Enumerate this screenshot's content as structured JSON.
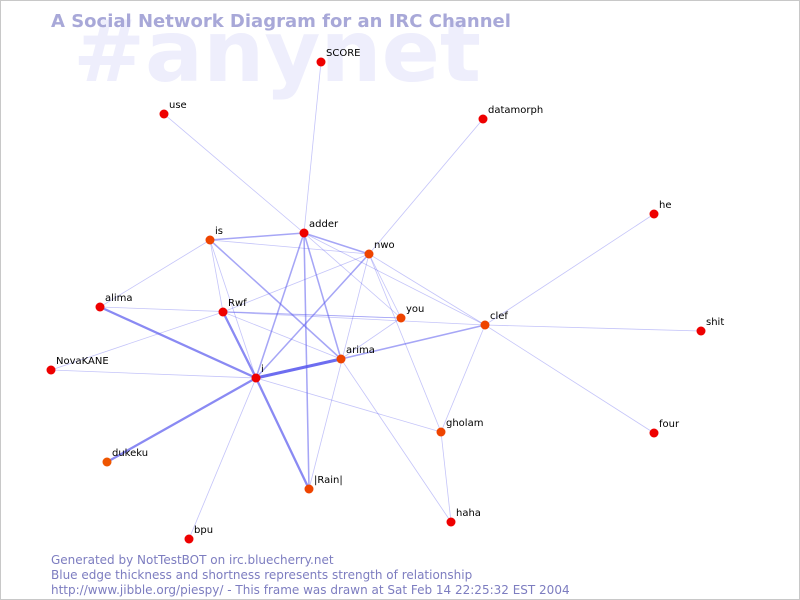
{
  "title": "A Social Network Diagram for an IRC Channel",
  "watermark": "#anynet",
  "footer": {
    "line1": "Generated by NotTestBOT on irc.bluecherry.net",
    "line2": "Blue edge thickness and shortness represents strength of relationship",
    "line3": "http://www.jibble.org/piespy/ - This frame was drawn at Sat Feb 14 22:25:32 EST 2004"
  },
  "colors": {
    "edge": "#5555ee",
    "node_red": "#ee0000",
    "node_orange": "#ee4400",
    "node_orange_bright": "#ee5500",
    "title": "#a8a8d8",
    "footer": "#7d7dc0",
    "watermark": "#eeeefc"
  },
  "nodes": [
    {
      "id": "SCORE",
      "label": "SCORE",
      "color": "red"
    },
    {
      "id": "use",
      "label": "use",
      "color": "red"
    },
    {
      "id": "datamorph",
      "label": "datamorph",
      "color": "red"
    },
    {
      "id": "he",
      "label": "he",
      "color": "red"
    },
    {
      "id": "adder",
      "label": "adder",
      "color": "red"
    },
    {
      "id": "is",
      "label": "is",
      "color": "orange"
    },
    {
      "id": "nwo",
      "label": "nwo",
      "color": "orange"
    },
    {
      "id": "alima",
      "label": "alima",
      "color": "red"
    },
    {
      "id": "Rwf",
      "label": "Rwf",
      "color": "red"
    },
    {
      "id": "you",
      "label": "you",
      "color": "orange"
    },
    {
      "id": "clef",
      "label": "clef",
      "color": "orange"
    },
    {
      "id": "shit",
      "label": "shit",
      "color": "red"
    },
    {
      "id": "NovaKANE",
      "label": "NovaKANE",
      "color": "red"
    },
    {
      "id": "arima",
      "label": "arima",
      "color": "orange"
    },
    {
      "id": "i",
      "label": "i",
      "color": "red"
    },
    {
      "id": "gholam",
      "label": "gholam",
      "color": "orange"
    },
    {
      "id": "four",
      "label": "four",
      "color": "red"
    },
    {
      "id": "dukeku",
      "label": "dukeku",
      "color": "orange_bright"
    },
    {
      "id": "Rain",
      "label": "|Rain|",
      "color": "orange"
    },
    {
      "id": "haha",
      "label": "haha",
      "color": "red"
    },
    {
      "id": "bpu",
      "label": "bpu",
      "color": "red"
    }
  ],
  "edges": [
    {
      "from": "i",
      "to": "arima",
      "weight": 4
    },
    {
      "from": "i",
      "to": "alima",
      "weight": 3
    },
    {
      "from": "i",
      "to": "dukeku",
      "weight": 3
    },
    {
      "from": "i",
      "to": "Rain",
      "weight": 3
    },
    {
      "from": "i",
      "to": "Rwf",
      "weight": 3
    },
    {
      "from": "i",
      "to": "adder",
      "weight": 2
    },
    {
      "from": "i",
      "to": "nwo",
      "weight": 2
    },
    {
      "from": "i",
      "to": "NovaKANE",
      "weight": 1
    },
    {
      "from": "i",
      "to": "bpu",
      "weight": 1
    },
    {
      "from": "i",
      "to": "gholam",
      "weight": 1
    },
    {
      "from": "i",
      "to": "is",
      "weight": 1
    },
    {
      "from": "arima",
      "to": "clef",
      "weight": 2
    },
    {
      "from": "arima",
      "to": "adder",
      "weight": 2
    },
    {
      "from": "arima",
      "to": "Rwf",
      "weight": 1
    },
    {
      "from": "arima",
      "to": "you",
      "weight": 1
    },
    {
      "from": "arima",
      "to": "haha",
      "weight": 1
    },
    {
      "from": "Rain",
      "to": "adder",
      "weight": 2
    },
    {
      "from": "Rain",
      "to": "nwo",
      "weight": 1
    },
    {
      "from": "is",
      "to": "adder",
      "weight": 2
    },
    {
      "from": "is",
      "to": "Rwf",
      "weight": 1
    },
    {
      "from": "is",
      "to": "alima",
      "weight": 1
    },
    {
      "from": "is",
      "to": "arima",
      "weight": 2
    },
    {
      "from": "is",
      "to": "nwo",
      "weight": 1
    },
    {
      "from": "adder",
      "to": "nwo",
      "weight": 2
    },
    {
      "from": "adder",
      "to": "clef",
      "weight": 1
    },
    {
      "from": "adder",
      "to": "use",
      "weight": 1
    },
    {
      "from": "adder",
      "to": "SCORE",
      "weight": 1
    },
    {
      "from": "adder",
      "to": "you",
      "weight": 1
    },
    {
      "from": "nwo",
      "to": "clef",
      "weight": 1
    },
    {
      "from": "nwo",
      "to": "Rwf",
      "weight": 1
    },
    {
      "from": "nwo",
      "to": "datamorph",
      "weight": 1
    },
    {
      "from": "nwo",
      "to": "you",
      "weight": 1
    },
    {
      "from": "nwo",
      "to": "gholam",
      "weight": 1
    },
    {
      "from": "Rwf",
      "to": "you",
      "weight": 1
    },
    {
      "from": "Rwf",
      "to": "clef",
      "weight": 1
    },
    {
      "from": "Rwf",
      "to": "NovaKANE",
      "weight": 1
    },
    {
      "from": "alima",
      "to": "you",
      "weight": 1
    },
    {
      "from": "clef",
      "to": "he",
      "weight": 1
    },
    {
      "from": "clef",
      "to": "shit",
      "weight": 1
    },
    {
      "from": "clef",
      "to": "four",
      "weight": 1
    },
    {
      "from": "clef",
      "to": "gholam",
      "weight": 1
    },
    {
      "from": "gholam",
      "to": "haha",
      "weight": 1
    }
  ]
}
